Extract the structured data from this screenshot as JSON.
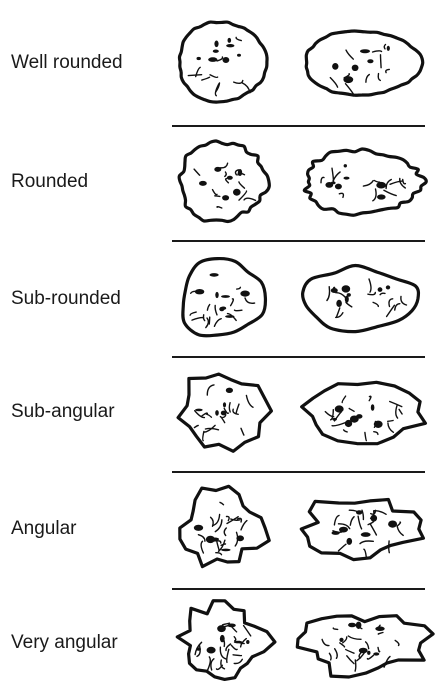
{
  "classes": [
    {
      "label": "Well rounded",
      "roundness": 1.0
    },
    {
      "label": "Rounded",
      "roundness": 0.8
    },
    {
      "label": "Sub-rounded",
      "roundness": 0.6
    },
    {
      "label": "Sub-angular",
      "roundness": 0.4
    },
    {
      "label": "Angular",
      "roundness": 0.2
    },
    {
      "label": "Very angular",
      "roundness": 0.0
    }
  ],
  "colors": {
    "ink": "#111111",
    "background": "#ffffff"
  }
}
